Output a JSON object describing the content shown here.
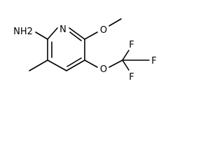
{
  "molecule": {
    "atoms": {
      "amine": "NH2",
      "ring_nitrogen": "N",
      "methoxy_oxygen": "O",
      "ether_oxygen": "O",
      "fluorine_top": "F",
      "fluorine_right": "F",
      "fluorine_bottom": "F"
    }
  }
}
